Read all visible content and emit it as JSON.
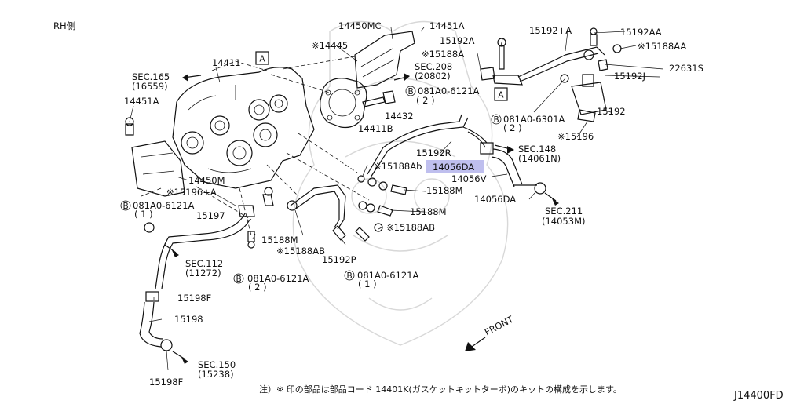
{
  "side_label": "RH側",
  "diagram_code": "J14400FD",
  "footnote": "注）※ 印の部品は部品コード 14401K(ガスケットキットターボ)のキットの構成を示します。",
  "front_label": "FRONT",
  "highlight": {
    "part": "14056DA",
    "color": "#a9a9e8"
  },
  "callout_box": "A",
  "parts": {
    "p14450MC": "14450MC",
    "p14451A_top": "14451A",
    "p14445": "※14445",
    "p14411": "14411",
    "sec165": "SEC.165",
    "sec165_ref": "(16559)",
    "p14451A_left": "14451A",
    "sec208": "SEC.208",
    "sec208_ref": "(20802)",
    "b081A0_6121A_a": "081A0-6121A",
    "qty_2a": "( 2 )",
    "p14432": "14432",
    "p14411B": "14411B",
    "p15192A": "15192A",
    "p15188A": "※15188A",
    "p15192_plusA": "15192+A",
    "p15192AA": "15192AA",
    "p15188AA": "※15188AA",
    "p22631S": "22631S",
    "p15192J": "15192J",
    "p15192": "15192",
    "b081A0_6301A": "081A0-6301A",
    "qty_2b": "( 2 )",
    "p15196": "※15196",
    "sec148": "SEC.148",
    "sec148_ref": "(14061N)",
    "p15192R": "15192R",
    "p15188Ab": "※15188Ab",
    "p14056DA_hl": "14056DA",
    "p14056V": "14056V",
    "p15188M_a": "15188M",
    "p14056DA": "14056DA",
    "sec211": "SEC.211",
    "sec211_ref": "(14053M)",
    "p15188M_b": "15188M",
    "p15188AB_a": "※15188AB",
    "p14450M": "14450M",
    "p15196_plusA": "※15196+A",
    "b081A0_6121A_b": "081A0-6121A",
    "qty_1a": "( 1 )",
    "p15197": "15197",
    "p15188M_c": "15188M",
    "p15188AB_b": "※15188AB",
    "p15192P": "15192P",
    "sec112": "SEC.112",
    "sec112_ref": "(11272)",
    "b081A0_6121A_c": "081A0-6121A",
    "qty_2c": "( 2 )",
    "b081A0_6121A_d": "081A0-6121A",
    "qty_1b": "( 1 )",
    "p15198F_a": "15198F",
    "p15198": "15198",
    "sec150": "SEC.150",
    "sec150_ref": "(15238)",
    "p15198F_b": "15198F"
  }
}
